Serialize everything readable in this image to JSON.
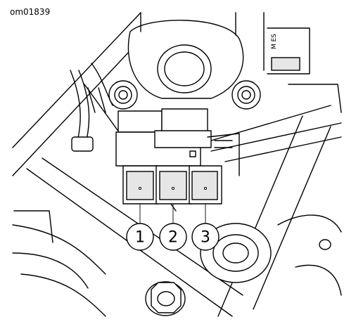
{
  "figure_id": "om01839",
  "callouts": [
    {
      "number": "1"
    },
    {
      "number": "2"
    },
    {
      "number": "3"
    }
  ],
  "part_marking": "M ES"
}
